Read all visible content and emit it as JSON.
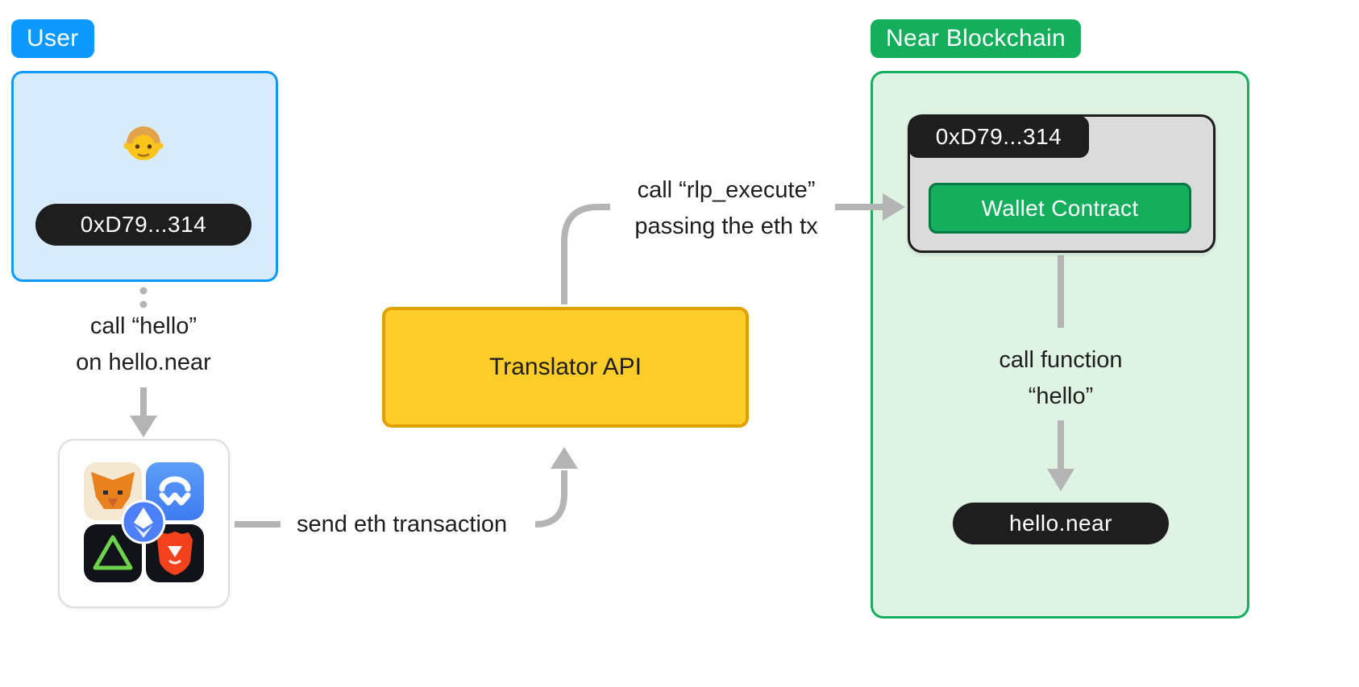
{
  "colors": {
    "blue": "#0D99FF",
    "blue_fill": "#D7EBFB",
    "green": "#14AE5C",
    "green_fill": "#DFF3E5",
    "yellow_fill": "#FFCD29",
    "yellow_border": "#E0A100",
    "dark": "#1E1E1E",
    "arrow_gray": "#B4B4B4",
    "gray_fill": "#DBDBDB"
  },
  "user_section": {
    "badge": "User",
    "avatar_icon": "person-emoji",
    "address_pill": "0xD79...314",
    "step_label_line1": "call “hello”",
    "step_label_line2": "on hello.near",
    "wallet_icons": [
      "metamask",
      "walletconnect",
      "aurora",
      "brave",
      "ethereum"
    ]
  },
  "translator": {
    "label": "Translator API"
  },
  "edges": {
    "send_eth_label": "send eth transaction",
    "rlp_label_line1": "call “rlp_execute”",
    "rlp_label_line2": "passing the eth tx",
    "call_function_line1": "call function",
    "call_function_line2": "“hello”"
  },
  "near_section": {
    "badge": "Near Blockchain",
    "address_pill": "0xD79...314",
    "wallet_contract_label": "Wallet Contract",
    "target_pill": "hello.near"
  }
}
